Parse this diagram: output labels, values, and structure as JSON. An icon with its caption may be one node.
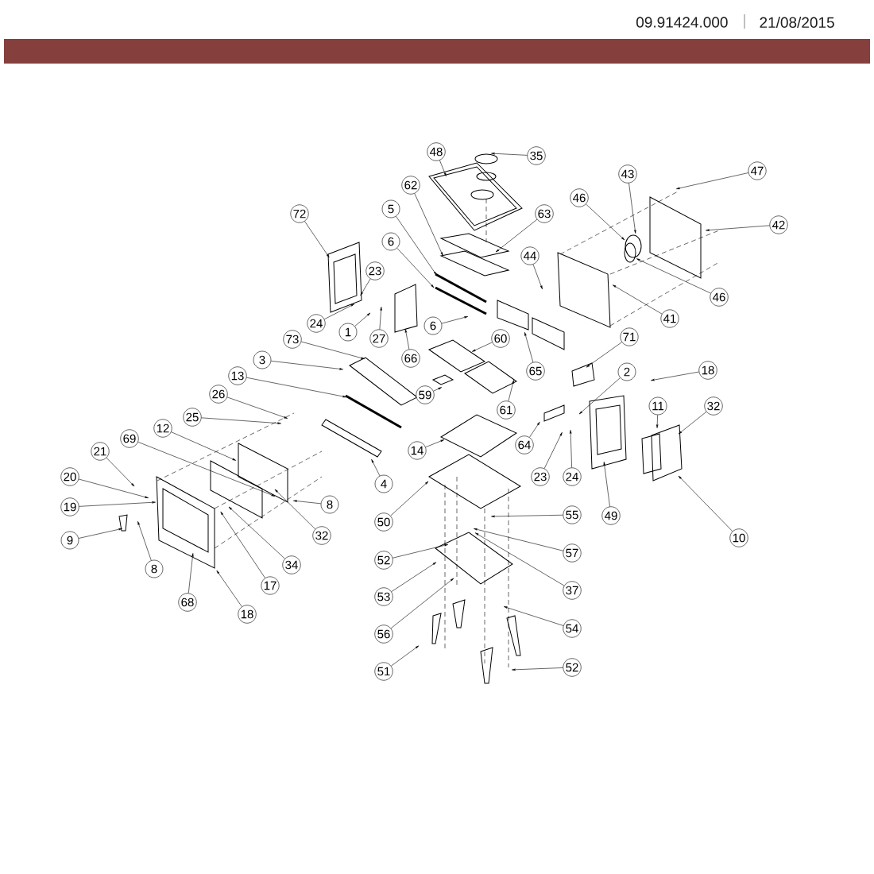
{
  "diagram": {
    "nodes": [
      {
        "text": [
          "48"
        ]
      },
      {
        "text": [
          "35"
        ]
      },
      {
        "text": [
          "62"
        ]
      },
      {
        "text": [
          "72"
        ]
      },
      {
        "text": [
          "5"
        ]
      },
      {
        "text": [
          "63"
        ]
      },
      {
        "text": [
          "6"
        ]
      },
      {
        "text": [
          "44"
        ]
      },
      {
        "text": [
          "23"
        ]
      },
      {
        "text": [
          "24"
        ]
      },
      {
        "text": [
          "1"
        ]
      },
      {
        "text": [
          "27"
        ]
      },
      {
        "text": [
          "6"
        ]
      },
      {
        "text": [
          "66"
        ]
      },
      {
        "text": [
          "73"
        ]
      },
      {
        "text": [
          "60"
        ]
      },
      {
        "text": [
          "65"
        ]
      },
      {
        "text": [
          "3"
        ]
      },
      {
        "text": [
          "13"
        ]
      },
      {
        "text": [
          "59"
        ]
      },
      {
        "text": [
          "61"
        ]
      },
      {
        "text": [
          "43"
        ]
      },
      {
        "text": [
          "47"
        ]
      },
      {
        "text": [
          "46"
        ]
      },
      {
        "text": [
          "42"
        ]
      },
      {
        "text": [
          "46"
        ]
      },
      {
        "text": [
          "41"
        ]
      },
      {
        "text": [
          "71"
        ]
      },
      {
        "text": [
          "18"
        ]
      },
      {
        "text": [
          "2"
        ]
      },
      {
        "text": [
          "11"
        ]
      },
      {
        "text": [
          "32"
        ]
      },
      {
        "text": [
          "64"
        ]
      },
      {
        "text": [
          "23"
        ]
      },
      {
        "text": [
          "24"
        ]
      },
      {
        "text": [
          "49"
        ]
      },
      {
        "text": [
          "10"
        ]
      },
      {
        "text": [
          "26"
        ]
      },
      {
        "text": [
          "25"
        ]
      },
      {
        "text": [
          "12"
        ]
      },
      {
        "text": [
          "69"
        ]
      },
      {
        "text": [
          "21"
        ]
      },
      {
        "text": [
          "20"
        ]
      },
      {
        "text": [
          "19"
        ]
      },
      {
        "text": [
          "9"
        ]
      },
      {
        "text": [
          "8"
        ]
      },
      {
        "text": [
          "68"
        ]
      },
      {
        "text": [
          "18"
        ]
      },
      {
        "text": [
          "17"
        ]
      },
      {
        "text": [
          "34"
        ]
      },
      {
        "text": [
          "32"
        ]
      },
      {
        "text": [
          "8"
        ]
      },
      {
        "text": [
          "14"
        ]
      },
      {
        "text": [
          "4"
        ]
      },
      {
        "text": [
          "50"
        ]
      },
      {
        "text": [
          "52"
        ]
      },
      {
        "text": [
          "53"
        ]
      },
      {
        "text": [
          "56"
        ]
      },
      {
        "text": [
          "51"
        ]
      },
      {
        "text": [
          "55"
        ]
      },
      {
        "text": [
          "57"
        ]
      },
      {
        "text": [
          "37"
        ]
      },
      {
        "text": [
          "54"
        ]
      },
      {
        "text": [
          "52"
        ]
      }
    ],
    "edges": [
      {
        "from": 0,
        "to": null,
        "arrow": "to"
      },
      {
        "from": 1,
        "to": null,
        "arrow": "to"
      },
      {
        "from": 2,
        "to": null,
        "arrow": "to"
      },
      {
        "from": 3,
        "to": null,
        "arrow": "to"
      },
      {
        "from": 4,
        "to": null,
        "arrow": "to"
      },
      {
        "from": 5,
        "to": null,
        "arrow": "to"
      },
      {
        "from": 6,
        "to": null,
        "arrow": "to"
      },
      {
        "from": 7,
        "to": null,
        "arrow": "to"
      },
      {
        "from": 8,
        "to": null,
        "arrow": "to"
      },
      {
        "from": 9,
        "to": null,
        "arrow": "to"
      },
      {
        "from": 10,
        "to": null,
        "arrow": "to"
      },
      {
        "from": 11,
        "to": null,
        "arrow": "to"
      },
      {
        "from": 12,
        "to": null,
        "arrow": "to"
      },
      {
        "from": 13,
        "to": null,
        "arrow": "to"
      },
      {
        "from": 14,
        "to": null,
        "arrow": "to"
      },
      {
        "from": 15,
        "to": null,
        "arrow": "to"
      },
      {
        "from": 16,
        "to": null,
        "arrow": "to"
      },
      {
        "from": 17,
        "to": null,
        "arrow": "to"
      },
      {
        "from": 18,
        "to": null,
        "arrow": "to"
      },
      {
        "from": 19,
        "to": null,
        "arrow": "to"
      },
      {
        "from": 20,
        "to": null,
        "arrow": "to"
      },
      {
        "from": 21,
        "to": null,
        "arrow": "to"
      },
      {
        "from": 22,
        "to": null,
        "arrow": "to"
      },
      {
        "from": 23,
        "to": null,
        "arrow": "to"
      },
      {
        "from": 24,
        "to": null,
        "arrow": "to"
      },
      {
        "from": 25,
        "to": null,
        "arrow": "to"
      },
      {
        "from": 26,
        "to": null,
        "arrow": "to"
      },
      {
        "from": 27,
        "to": null,
        "arrow": "to"
      },
      {
        "from": 28,
        "to": null,
        "arrow": "to"
      },
      {
        "from": 29,
        "to": null,
        "arrow": "to"
      },
      {
        "from": 30,
        "to": null,
        "arrow": "to"
      },
      {
        "from": 31,
        "to": null,
        "arrow": "to"
      },
      {
        "from": 32,
        "to": null,
        "arrow": "to"
      },
      {
        "from": 33,
        "to": null,
        "arrow": "to"
      },
      {
        "from": 34,
        "to": null,
        "arrow": "to"
      },
      {
        "from": 35,
        "to": null,
        "arrow": "to"
      },
      {
        "from": 36,
        "to": null,
        "arrow": "to"
      },
      {
        "from": 37,
        "to": null,
        "arrow": "to"
      },
      {
        "from": 38,
        "to": null,
        "arrow": "to"
      },
      {
        "from": 39,
        "to": null,
        "arrow": "to"
      },
      {
        "from": 40,
        "to": null,
        "arrow": "to"
      },
      {
        "from": 41,
        "to": null,
        "arrow": "to"
      },
      {
        "from": 42,
        "to": null,
        "arrow": "to"
      },
      {
        "from": 43,
        "to": null,
        "arrow": "to"
      },
      {
        "from": 44,
        "to": null,
        "arrow": "to"
      },
      {
        "from": 45,
        "to": null,
        "arrow": "to"
      },
      {
        "from": 46,
        "to": null,
        "arrow": "to"
      },
      {
        "from": 47,
        "to": null,
        "arrow": "to"
      },
      {
        "from": 48,
        "to": null,
        "arrow": "to"
      },
      {
        "from": 49,
        "to": null,
        "arrow": "to"
      },
      {
        "from": 50,
        "to": null,
        "arrow": "to"
      },
      {
        "from": 51,
        "to": null,
        "arrow": "to"
      },
      {
        "from": 52,
        "to": null,
        "arrow": "to"
      },
      {
        "from": 53,
        "to": null,
        "arrow": "to"
      },
      {
        "from": 54,
        "to": null,
        "arrow": "to"
      },
      {
        "from": 55,
        "to": null,
        "arrow": "to"
      },
      {
        "from": 56,
        "to": null,
        "arrow": "to"
      },
      {
        "from": 57,
        "to": null,
        "arrow": "to"
      },
      {
        "from": 58,
        "to": null,
        "arrow": "to"
      },
      {
        "from": 59,
        "to": null,
        "arrow": "to"
      },
      {
        "from": 60,
        "to": null,
        "arrow": "to"
      },
      {
        "from": 61,
        "to": null,
        "arrow": "to"
      },
      {
        "from": 62,
        "to": null,
        "arrow": "to"
      },
      {
        "from": 63,
        "to": null,
        "arrow": "to"
      }
    ],
    "labels": [
      "09.91424.000",
      "21/08/2015"
    ]
  }
}
